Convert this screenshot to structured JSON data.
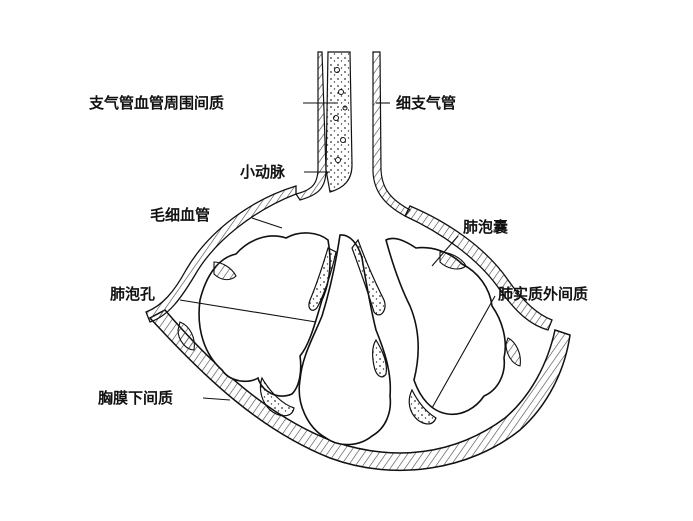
{
  "labels": {
    "peribronchovascular_interstitium": "支气管血管周围间质",
    "bronchiole": "细支气管",
    "arteriole": "小动脉",
    "capillary": "毛细血管",
    "alveolar_sac": "肺泡囊",
    "alveolar_pore": "肺泡孔",
    "extraparenchymal_interstitium": "肺实质外间质",
    "subpleural_interstitium": "胸膜下间质"
  },
  "colors": {
    "ink": "#111111",
    "hatch": "#444444",
    "background": "#ffffff"
  }
}
